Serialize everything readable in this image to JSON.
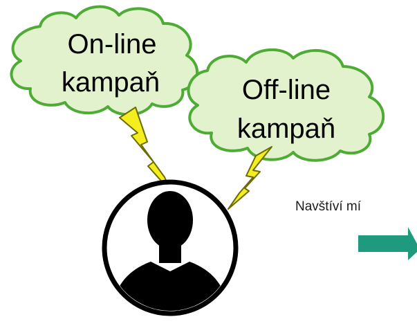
{
  "clouds": [
    {
      "id": "online",
      "line1": "On-line",
      "line2": "kampaň"
    },
    {
      "id": "offline",
      "line1": "Off-line",
      "line2": "kampaň"
    }
  ],
  "caption": "Navštíví mí",
  "colors": {
    "cloud_fill": "#e1f2cc",
    "cloud_stroke": "#4eab35",
    "lightning_fill": "#f5ee1e",
    "lightning_stroke": "#6b6b00",
    "person": "#000000",
    "arrow": "#1f9a7f"
  },
  "icons": {
    "person": "person-silhouette-icon",
    "lightning": "lightning-bolt-icon",
    "arrow": "arrow-right-icon"
  }
}
